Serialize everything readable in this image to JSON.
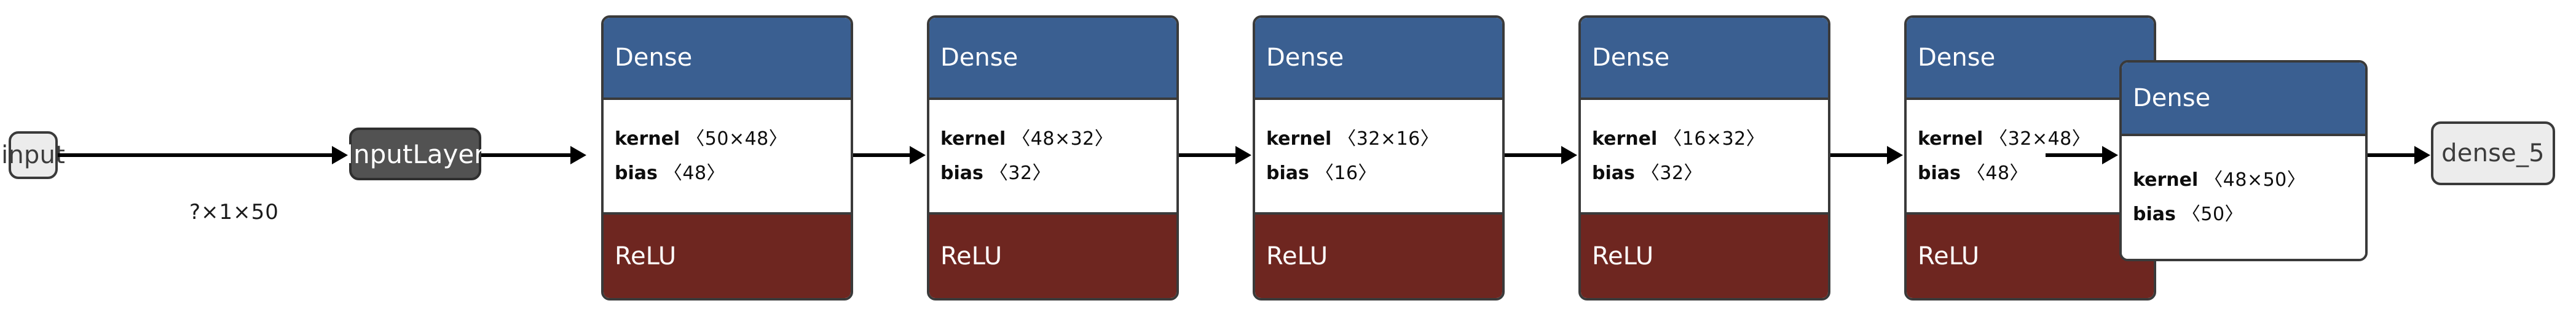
{
  "diagram": {
    "title": "Keras sequential model graph",
    "orientation": "left-to-right",
    "colors": {
      "dense_header": "#3a5f91",
      "activation_footer": "#6e2620",
      "input_layer_fill": "#525252",
      "terminal_fill": "#ececec",
      "border": "#3a3a3a",
      "edge": "#000000",
      "body_fill": "#ffffff"
    }
  },
  "nodes": {
    "input": {
      "label": "input"
    },
    "input_layer": {
      "label": "InputLayer"
    },
    "output": {
      "label": "dense_5"
    }
  },
  "edges": [
    {
      "label": "?×1×50"
    }
  ],
  "labels": {
    "kernel": "kernel",
    "bias": "bias"
  },
  "layers": [
    {
      "type": "Dense",
      "kernel_label": "kernel",
      "kernel_shape": "〈50×48〉",
      "bias_label": "bias",
      "bias_shape": "〈48〉",
      "activation": "ReLU"
    },
    {
      "type": "Dense",
      "kernel_label": "kernel",
      "kernel_shape": "〈48×32〉",
      "bias_label": "bias",
      "bias_shape": "〈32〉",
      "activation": "ReLU"
    },
    {
      "type": "Dense",
      "kernel_label": "kernel",
      "kernel_shape": "〈32×16〉",
      "bias_label": "bias",
      "bias_shape": "〈16〉",
      "activation": "ReLU"
    },
    {
      "type": "Dense",
      "kernel_label": "kernel",
      "kernel_shape": "〈16×32〉",
      "bias_label": "bias",
      "bias_shape": "〈32〉",
      "activation": "ReLU"
    },
    {
      "type": "Dense",
      "kernel_label": "kernel",
      "kernel_shape": "〈32×48〉",
      "bias_label": "bias",
      "bias_shape": "〈48〉",
      "activation": "ReLU"
    },
    {
      "type": "Dense",
      "kernel_label": "kernel",
      "kernel_shape": "〈48×50〉",
      "bias_label": "bias",
      "bias_shape": "〈50〉",
      "activation": null
    }
  ]
}
